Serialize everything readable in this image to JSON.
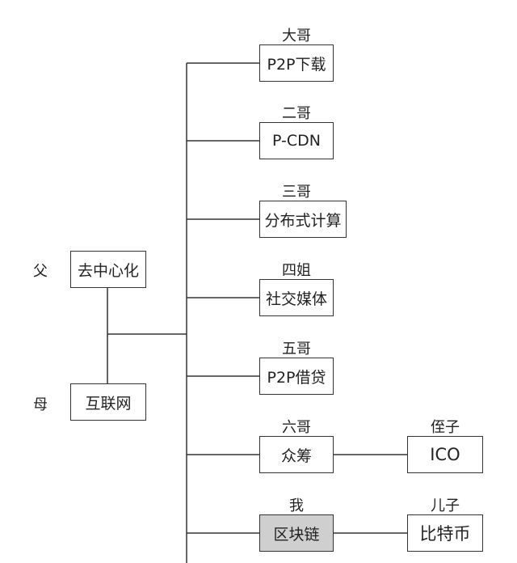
{
  "parents": {
    "father": {
      "relation": "父",
      "box": "去中心化"
    },
    "mother": {
      "relation": "母",
      "box": "互联网"
    }
  },
  "children": [
    {
      "relation": "大哥",
      "box": "P2P下载"
    },
    {
      "relation": "二哥",
      "box": "P-CDN"
    },
    {
      "relation": "三哥",
      "box": "分布式计算"
    },
    {
      "relation": "四姐",
      "box": "社交媒体"
    },
    {
      "relation": "五哥",
      "box": "P2P借贷"
    },
    {
      "relation": "六哥",
      "box": "众筹"
    },
    {
      "relation": "我",
      "box": "区块链"
    }
  ],
  "grandchildren": [
    {
      "relation": "侄子",
      "box": "ICO"
    },
    {
      "relation": "儿子",
      "box": "比特币"
    }
  ],
  "colors": {
    "line": "#333333",
    "highlight_box": "#cfcfcf"
  }
}
